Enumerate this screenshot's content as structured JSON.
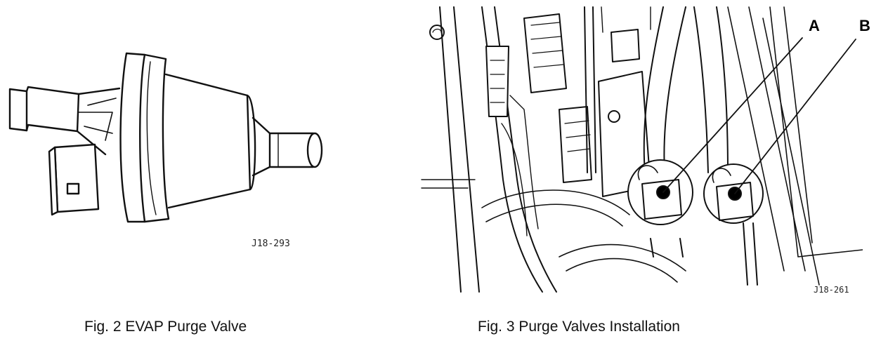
{
  "figure2": {
    "drawing_code": "J18-293",
    "caption": "Fig. 2  EVAP Purge Valve"
  },
  "figure3": {
    "drawing_code": "J18-261",
    "callouts": {
      "a": "A",
      "b": "B"
    },
    "caption": "Fig. 3  Purge Valves Installation"
  }
}
